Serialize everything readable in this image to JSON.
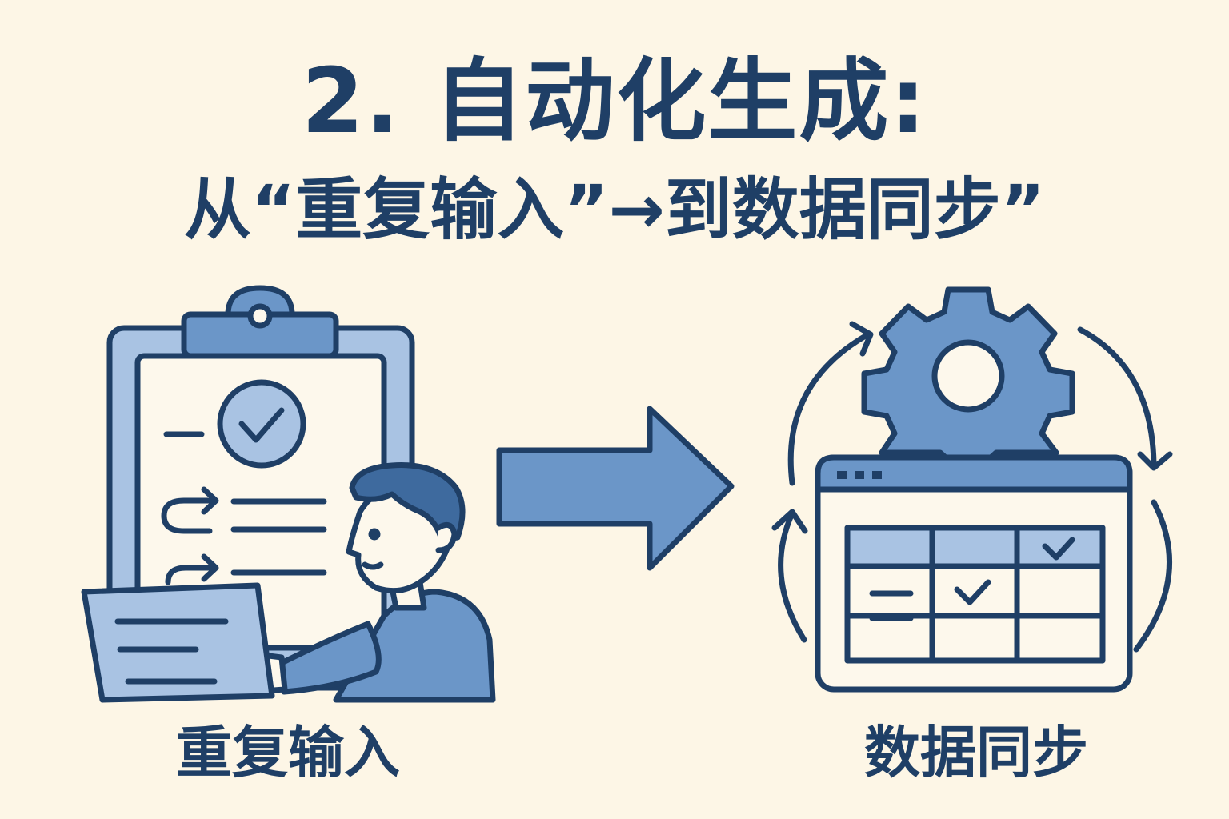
{
  "header": {
    "title": "2. 自动化生成:",
    "subtitle": "从“重复输入”→到数据同步”"
  },
  "left_panel": {
    "caption": "重复输入",
    "icon": "clipboard-person-laptop-icon"
  },
  "right_panel": {
    "caption": "数据同步",
    "icon": "gear-table-sync-icon"
  },
  "colors": {
    "background": "#fdf6e6",
    "ink": "#1f3f66",
    "fill_mid": "#6b96c8",
    "fill_light": "#a9c3e3",
    "fill_dark": "#3e6a9e",
    "white": "#fdf8ec"
  }
}
